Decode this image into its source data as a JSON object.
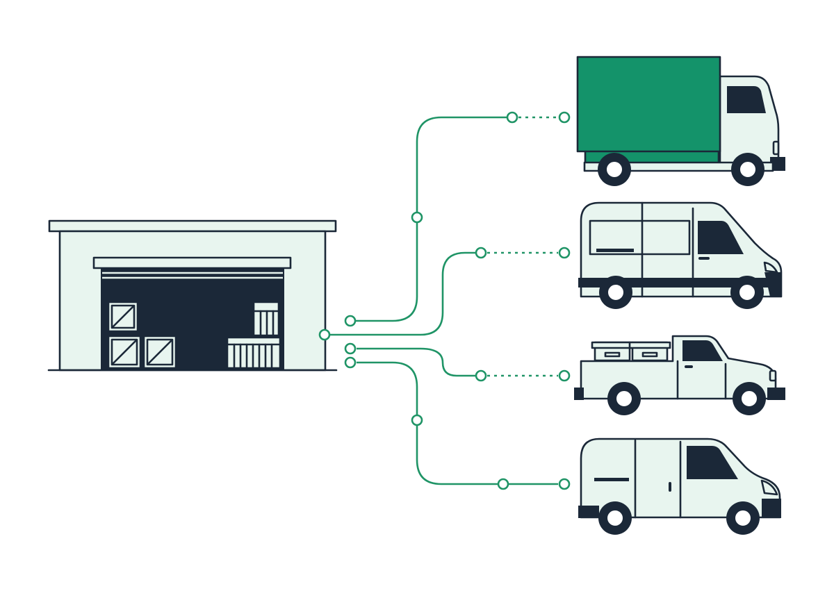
{
  "colors": {
    "ink": "#1b2838",
    "fill": "#e8f5ef",
    "route": "#1f9466",
    "cargo_box": "#14936a",
    "background": "#ffffff"
  },
  "nodes": {
    "hub": "warehouse",
    "vehicles": [
      "box-truck",
      "high-roof-van",
      "pickup-truck",
      "cargo-van"
    ]
  },
  "icons": [
    "warehouse-icon",
    "box-truck-icon",
    "high-roof-van-icon",
    "pickup-truck-icon",
    "cargo-van-icon"
  ]
}
